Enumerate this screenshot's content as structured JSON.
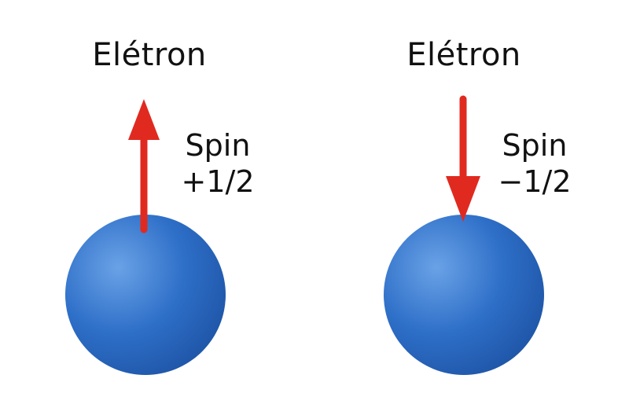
{
  "electrons": [
    {
      "title": "Elétron",
      "spin_word": "Spin",
      "spin_value": "+1/2",
      "arrow_direction": "up"
    },
    {
      "title": "Elétron",
      "spin_word": "Spin",
      "spin_value": "−1/2",
      "arrow_direction": "down"
    }
  ],
  "colors": {
    "sphere": "#2e6fc8",
    "sphere_highlight": "#6aa2e6",
    "sphere_shadow": "#1f56a8",
    "arrow": "#e02a20",
    "text": "#111111",
    "background": "#ffffff"
  }
}
